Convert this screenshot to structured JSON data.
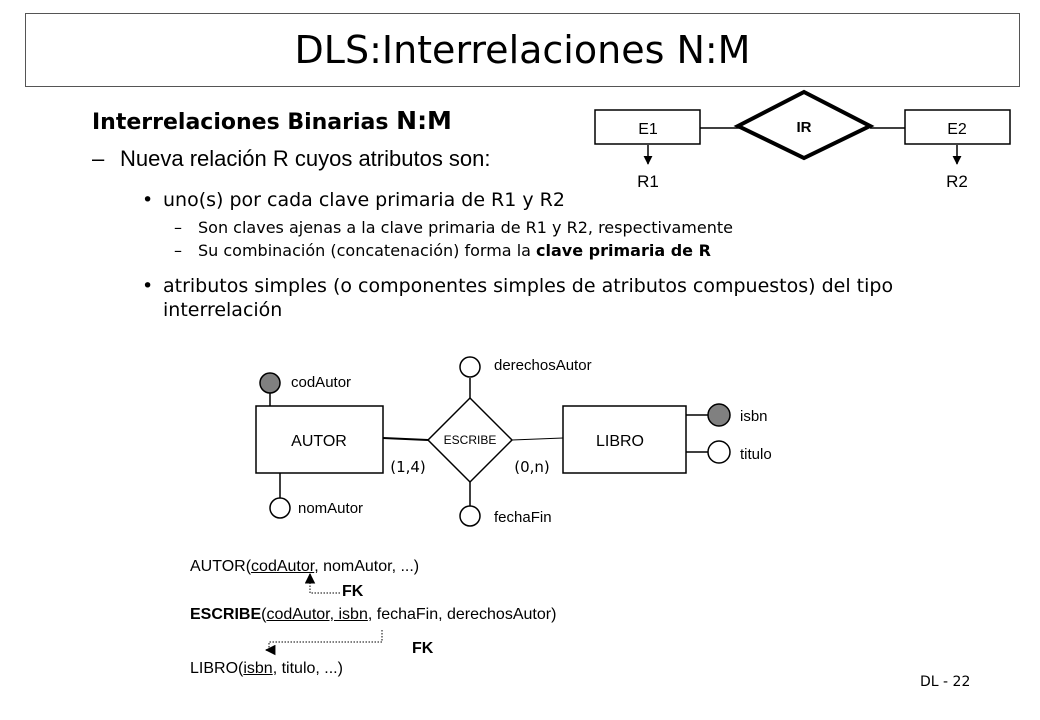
{
  "slide": {
    "title": "DLS:Interrelaciones N:M",
    "heading_prefix": "Interrelaciones Binarias ",
    "heading_emph": "N:M",
    "bullet1": "Nueva relación R cuyos atributos son:",
    "bullet1_dash": "–",
    "bullet2a": "uno(s) por cada clave primaria de R1 y R2",
    "bullet2a_dot": "•",
    "sub1": "Son claves ajenas a la clave primaria de R1 y R2, respectivamente",
    "sub2_prefix": "Su combinación (concatenación) forma la ",
    "sub2_bold": "clave primaria de R",
    "sub_dash": "–",
    "bullet2b_line1": "atributos simples (o componentes simples de atributos compuestos) del tipo",
    "bullet2b_line2": "interrelación",
    "bullet2b_dot": "•",
    "footer": "DL - 22"
  },
  "small_diagram": {
    "entity1": "E1",
    "entity2": "E2",
    "relationship": "IR",
    "result1": "R1",
    "result2": "R2"
  },
  "er_diagram": {
    "entity_left": "AUTOR",
    "entity_right": "LIBRO",
    "relationship": "ESCRIBE",
    "card_left": "(1,4)",
    "card_right": "(0,n)",
    "attr_codAutor": "codAutor",
    "attr_nomAutor": "nomAutor",
    "attr_derechosAutor": "derechosAutor",
    "attr_fechaFin": "fechaFin",
    "attr_isbn": "isbn",
    "attr_titulo": "titulo",
    "key_fill": "#808080"
  },
  "schema": {
    "autor_name": "AUTOR(",
    "autor_key": "codAutor",
    "autor_rest": ", nomAutor, ...)",
    "fk1": "FK",
    "escribe_name": "ESCRIBE",
    "escribe_open": "(",
    "escribe_key": "codAutor, isbn",
    "escribe_rest": ", fechaFin, derechosAutor)",
    "fk2": "FK",
    "libro_name": "LIBRO(",
    "libro_key": "isbn",
    "libro_rest": ", titulo, ...)"
  }
}
